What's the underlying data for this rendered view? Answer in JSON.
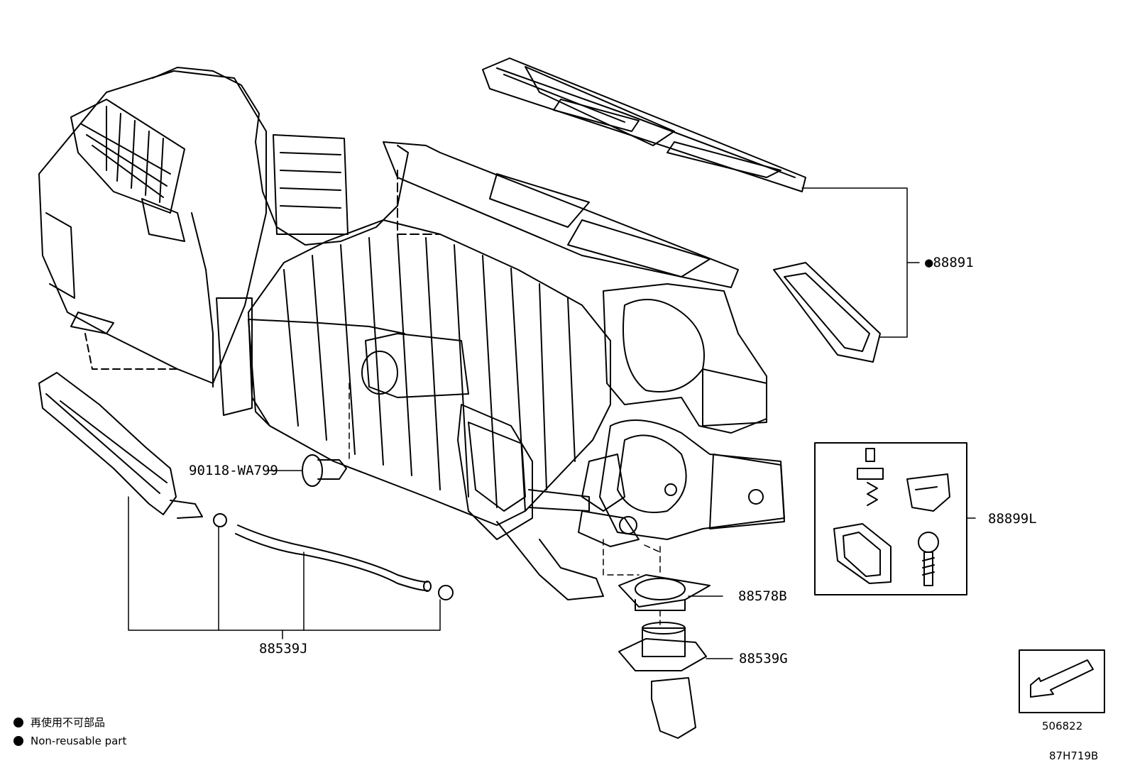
{
  "callouts": {
    "c_88891": "●88891",
    "c_88899L": "88899L",
    "c_88578B": "88578B",
    "c_88539G": "88539G",
    "c_88539J": "88539J",
    "c_90118": "90118-WA799"
  },
  "legend": {
    "jp_text": "再使用不可部品",
    "en_text": "Non-reusable part"
  },
  "codes": {
    "view_ref": "506822",
    "drawing_id": "87H719B"
  }
}
